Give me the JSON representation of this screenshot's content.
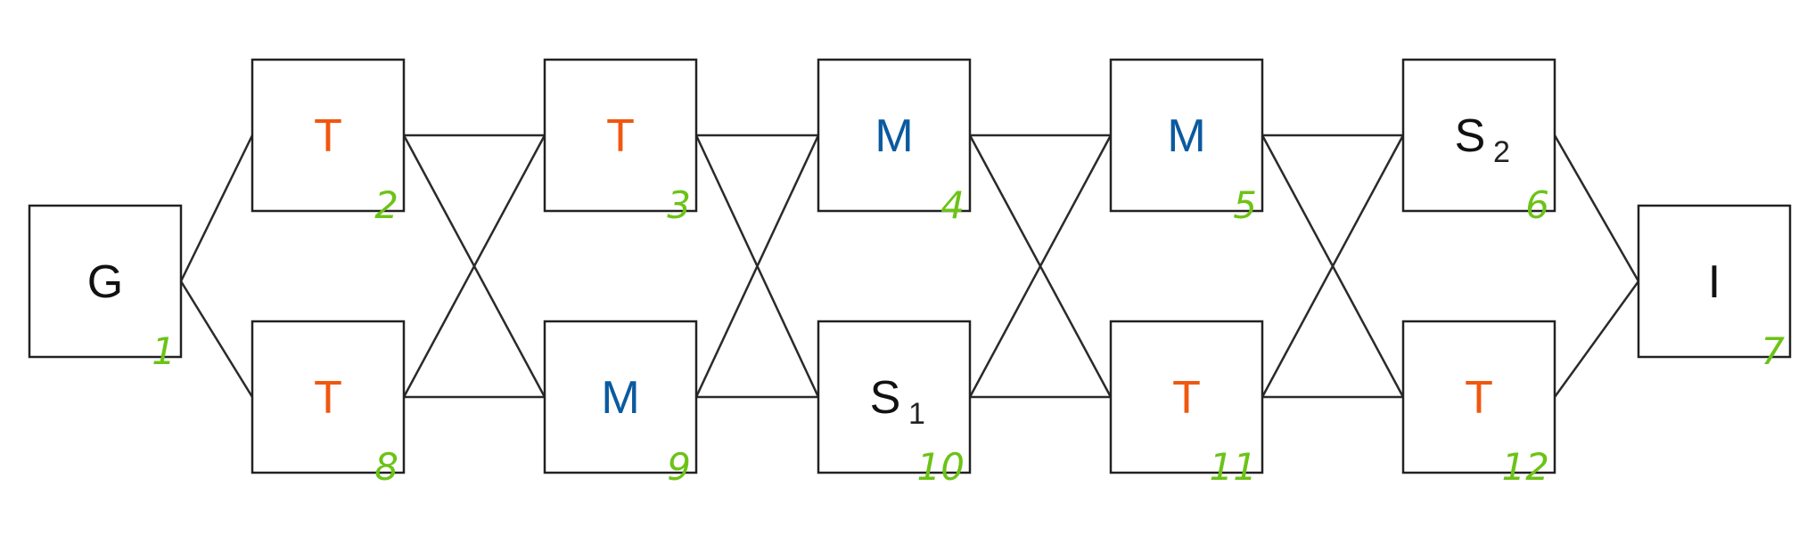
{
  "colors": {
    "box_stroke": "#222222",
    "edge": "#2a2a2a",
    "label_default": "#111111",
    "label_T": "#f0570f",
    "label_M": "#0a5aa0",
    "number": "#6cc317",
    "subscript": "#222222"
  },
  "nodes": [
    {
      "id": "1",
      "label": "G",
      "sub": "",
      "number": "1",
      "color_key": "label_default"
    },
    {
      "id": "2",
      "label": "T",
      "sub": "",
      "number": "2",
      "color_key": "label_T"
    },
    {
      "id": "3",
      "label": "T",
      "sub": "",
      "number": "3",
      "color_key": "label_T"
    },
    {
      "id": "4",
      "label": "M",
      "sub": "",
      "number": "4",
      "color_key": "label_M"
    },
    {
      "id": "5",
      "label": "M",
      "sub": "",
      "number": "5",
      "color_key": "label_M"
    },
    {
      "id": "6",
      "label": "S",
      "sub": "2",
      "number": "6",
      "color_key": "label_default"
    },
    {
      "id": "7",
      "label": "I",
      "sub": "",
      "number": "7",
      "color_key": "label_default"
    },
    {
      "id": "8",
      "label": "T",
      "sub": "",
      "number": "8",
      "color_key": "label_T"
    },
    {
      "id": "9",
      "label": "M",
      "sub": "",
      "number": "9",
      "color_key": "label_M"
    },
    {
      "id": "10",
      "label": "S",
      "sub": "1",
      "number": "10",
      "color_key": "label_default"
    },
    {
      "id": "11",
      "label": "T",
      "sub": "",
      "number": "11",
      "color_key": "label_T"
    },
    {
      "id": "12",
      "label": "T",
      "sub": "",
      "number": "12",
      "color_key": "label_T"
    }
  ],
  "edges": [
    [
      "1",
      "2"
    ],
    [
      "1",
      "8"
    ],
    [
      "2",
      "3"
    ],
    [
      "2",
      "9"
    ],
    [
      "8",
      "3"
    ],
    [
      "8",
      "9"
    ],
    [
      "3",
      "4"
    ],
    [
      "3",
      "10"
    ],
    [
      "9",
      "4"
    ],
    [
      "9",
      "10"
    ],
    [
      "4",
      "5"
    ],
    [
      "4",
      "11"
    ],
    [
      "10",
      "5"
    ],
    [
      "10",
      "11"
    ],
    [
      "5",
      "6"
    ],
    [
      "5",
      "12"
    ],
    [
      "11",
      "6"
    ],
    [
      "11",
      "12"
    ],
    [
      "6",
      "7"
    ],
    [
      "12",
      "7"
    ]
  ]
}
